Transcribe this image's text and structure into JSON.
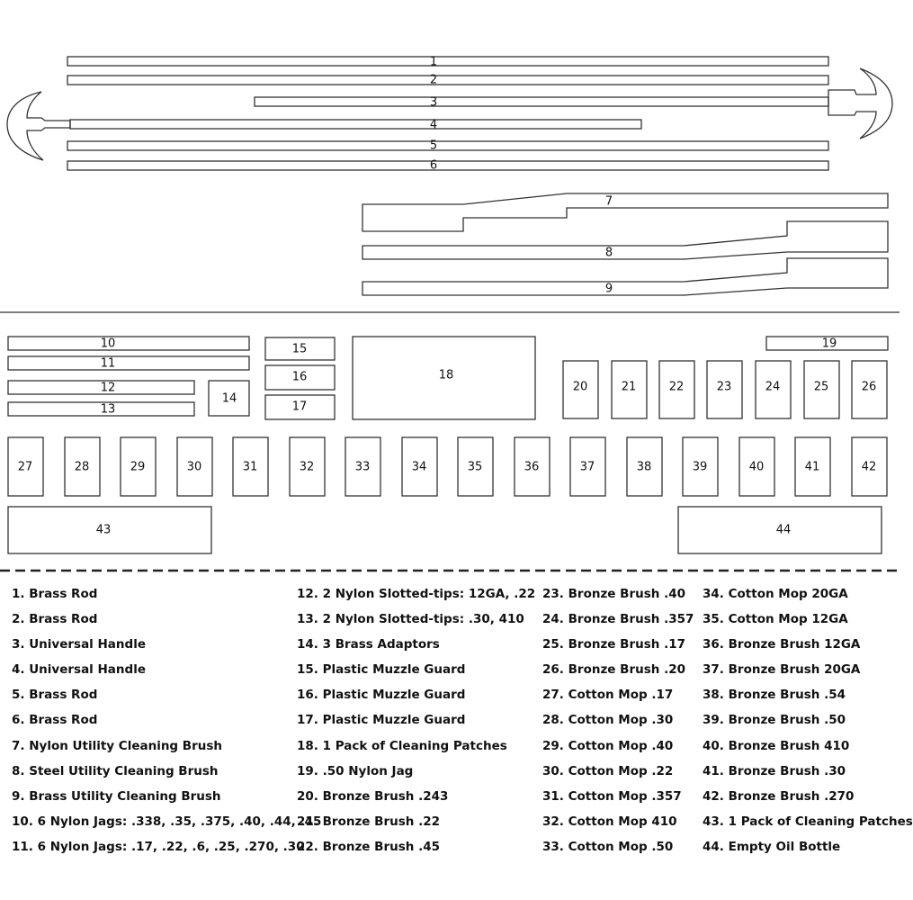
{
  "parts": {
    "p1": "1",
    "p2": "2",
    "p3": "3",
    "p4": "4",
    "p5": "5",
    "p6": "6",
    "p7": "7",
    "p8": "8",
    "p9": "9",
    "p10": "10",
    "p11": "11",
    "p12": "12",
    "p13": "13",
    "p14": "14",
    "p15": "15",
    "p16": "16",
    "p17": "17",
    "p18": "18",
    "p19": "19",
    "p20": "20",
    "p21": "21",
    "p22": "22",
    "p23": "23",
    "p24": "24",
    "p25": "25",
    "p26": "26",
    "p27": "27",
    "p28": "28",
    "p29": "29",
    "p30": "30",
    "p31": "31",
    "p32": "32",
    "p33": "33",
    "p34": "34",
    "p35": "35",
    "p36": "36",
    "p37": "37",
    "p38": "38",
    "p39": "39",
    "p40": "40",
    "p41": "41",
    "p42": "42",
    "p43": "43",
    "p44": "44"
  },
  "legend": [
    "1. Brass Rod",
    "2. Brass Rod",
    "3. Universal Handle",
    "4. Universal Handle",
    "5. Brass Rod",
    "6. Brass Rod",
    "7. Nylon Utility Cleaning Brush",
    "8. Steel Utility Cleaning Brush",
    "9. Brass Utility Cleaning Brush",
    "10. 6 Nylon Jags: .338, .35, .375, .40, .44, .45",
    "11. 6 Nylon Jags: .17, .22, .6, .25, .270, .30",
    "12. 2 Nylon Slotted-tips: 12GA, .22",
    "13. 2 Nylon Slotted-tips: .30, 410",
    "14. 3 Brass Adaptors",
    "15. Plastic Muzzle Guard",
    "16. Plastic Muzzle Guard",
    "17. Plastic Muzzle Guard",
    "18. 1 Pack of Cleaning Patches",
    "19. .50 Nylon Jag",
    "20. Bronze Brush .243",
    "21. Bronze Brush .22",
    "22. Bronze Brush .45",
    "23. Bronze Brush .40",
    "24. Bronze Brush .357",
    "25. Bronze Brush .17",
    "26. Bronze Brush .20",
    "27. Cotton Mop .17",
    "28. Cotton Mop .30",
    "29. Cotton Mop .40",
    "30. Cotton Mop .22",
    "31. Cotton Mop .357",
    "32. Cotton Mop 410",
    "33. Cotton Mop .50",
    "34. Cotton Mop 20GA",
    "35. Cotton Mop 12GA",
    "36. Bronze Brush 12GA",
    "37. Bronze Brush 20GA",
    "38. Bronze Brush .54",
    "39. Bronze Brush .50",
    "40. Bronze Brush 410",
    "41. Bronze Brush .30",
    "42. Bronze Brush .270",
    "43. 1 Pack of Cleaning Patches",
    "44. Empty Oil Bottle"
  ]
}
